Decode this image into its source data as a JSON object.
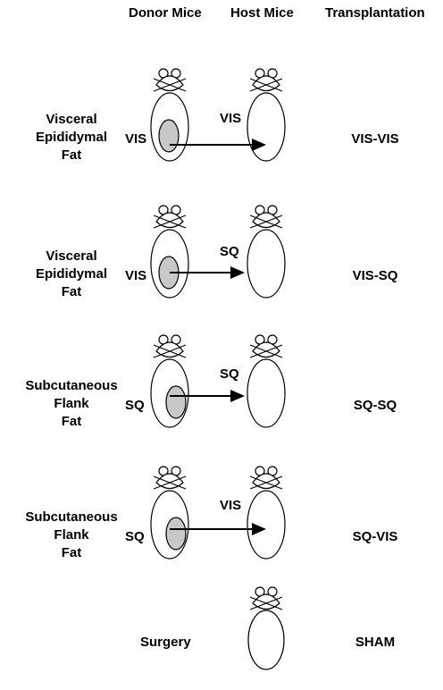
{
  "headers": {
    "donor": "Donor Mice",
    "host": "Host Mice",
    "transplantation": "Transplantation"
  },
  "rows": [
    {
      "tissue": [
        "Visceral",
        "Epididymal",
        "Fat"
      ],
      "donor_tag": "VIS",
      "host_tag": "VIS",
      "result": "VIS-VIS"
    },
    {
      "tissue": [
        "Visceral",
        "Epididymal",
        "Fat"
      ],
      "donor_tag": "VIS",
      "host_tag": "SQ",
      "result": "VIS-SQ"
    },
    {
      "tissue": [
        "Subcutaneous",
        "Flank",
        "Fat"
      ],
      "donor_tag": "SQ",
      "host_tag": "SQ",
      "result": "SQ-SQ"
    },
    {
      "tissue": [
        "Subcutaneous",
        "Flank",
        "Fat"
      ],
      "donor_tag": "SQ",
      "host_tag": "VIS",
      "result": "SQ-VIS"
    }
  ],
  "sham": {
    "label": "Surgery",
    "result": "SHAM"
  }
}
